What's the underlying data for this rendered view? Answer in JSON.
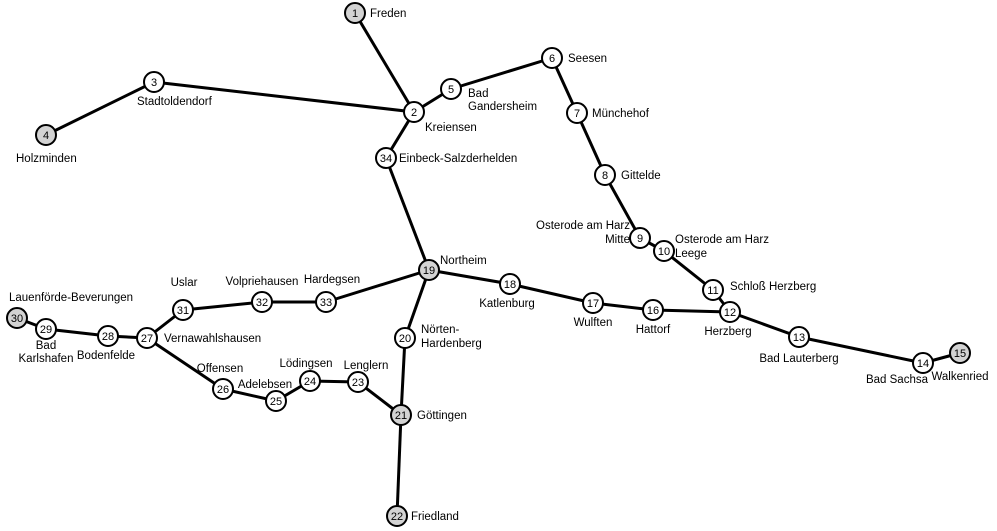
{
  "colors": {
    "terminal_fill": "#d3d3d3",
    "station_fill": "#ffffff",
    "line": "#000000"
  },
  "stations": [
    {
      "id": "1",
      "name": "Freden",
      "terminal": true
    },
    {
      "id": "2",
      "name": "Kreiensen",
      "terminal": false
    },
    {
      "id": "3",
      "name": "Stadtoldendorf",
      "terminal": false
    },
    {
      "id": "4",
      "name": "Holzminden",
      "terminal": true
    },
    {
      "id": "5",
      "name": "Bad Gandersheim",
      "terminal": false
    },
    {
      "id": "6",
      "name": "Seesen",
      "terminal": false
    },
    {
      "id": "7",
      "name": "Münchehof",
      "terminal": false
    },
    {
      "id": "8",
      "name": "Gittelde",
      "terminal": false
    },
    {
      "id": "9",
      "name": "Osterode am Harz Mitte",
      "terminal": false
    },
    {
      "id": "10",
      "name": "Osterode am Harz Leege",
      "terminal": false
    },
    {
      "id": "11",
      "name": "Schloß Herzberg",
      "terminal": false
    },
    {
      "id": "12",
      "name": "Herzberg",
      "terminal": false
    },
    {
      "id": "13",
      "name": "Bad Lauterberg",
      "terminal": false
    },
    {
      "id": "14",
      "name": "Bad Sachsa",
      "terminal": false
    },
    {
      "id": "15",
      "name": "Walkenried",
      "terminal": true
    },
    {
      "id": "16",
      "name": "Hattorf",
      "terminal": false
    },
    {
      "id": "17",
      "name": "Wulften",
      "terminal": false
    },
    {
      "id": "18",
      "name": "Katlenburg",
      "terminal": false
    },
    {
      "id": "19",
      "name": "Northeim",
      "terminal": true
    },
    {
      "id": "20",
      "name": "Nörten-Hardenberg",
      "terminal": false
    },
    {
      "id": "21",
      "name": "Göttingen",
      "terminal": true
    },
    {
      "id": "22",
      "name": "Friedland",
      "terminal": true
    },
    {
      "id": "23",
      "name": "Lenglern",
      "terminal": false
    },
    {
      "id": "24",
      "name": "Lödingsen",
      "terminal": false
    },
    {
      "id": "25",
      "name": "Adelebsen",
      "terminal": false
    },
    {
      "id": "26",
      "name": "Offensen",
      "terminal": false
    },
    {
      "id": "27",
      "name": "Vernawahlshausen",
      "terminal": false
    },
    {
      "id": "28",
      "name": "Bodenfelde",
      "terminal": false
    },
    {
      "id": "29",
      "name": "Bad Karlshafen",
      "terminal": false
    },
    {
      "id": "30",
      "name": "Lauenförde-Beverungen",
      "terminal": true
    },
    {
      "id": "31",
      "name": "Uslar",
      "terminal": false
    },
    {
      "id": "32",
      "name": "Volpriehausen",
      "terminal": false
    },
    {
      "id": "33",
      "name": "Hardegsen",
      "terminal": false
    },
    {
      "id": "34",
      "name": "Einbeck-Salzderhelden",
      "terminal": false
    }
  ],
  "connections": [
    [
      "1",
      "2"
    ],
    [
      "4",
      "3"
    ],
    [
      "3",
      "2"
    ],
    [
      "2",
      "5"
    ],
    [
      "5",
      "6"
    ],
    [
      "6",
      "7"
    ],
    [
      "7",
      "8"
    ],
    [
      "8",
      "9"
    ],
    [
      "9",
      "10"
    ],
    [
      "10",
      "11"
    ],
    [
      "11",
      "12"
    ],
    [
      "12",
      "13"
    ],
    [
      "13",
      "14"
    ],
    [
      "14",
      "15"
    ],
    [
      "12",
      "16"
    ],
    [
      "16",
      "17"
    ],
    [
      "17",
      "18"
    ],
    [
      "18",
      "19"
    ],
    [
      "2",
      "34"
    ],
    [
      "34",
      "19"
    ],
    [
      "19",
      "20"
    ],
    [
      "20",
      "21"
    ],
    [
      "21",
      "22"
    ],
    [
      "21",
      "23"
    ],
    [
      "23",
      "24"
    ],
    [
      "24",
      "25"
    ],
    [
      "25",
      "26"
    ],
    [
      "26",
      "27"
    ],
    [
      "27",
      "28"
    ],
    [
      "28",
      "29"
    ],
    [
      "29",
      "30"
    ],
    [
      "27",
      "31"
    ],
    [
      "31",
      "32"
    ],
    [
      "32",
      "33"
    ],
    [
      "33",
      "19"
    ]
  ]
}
